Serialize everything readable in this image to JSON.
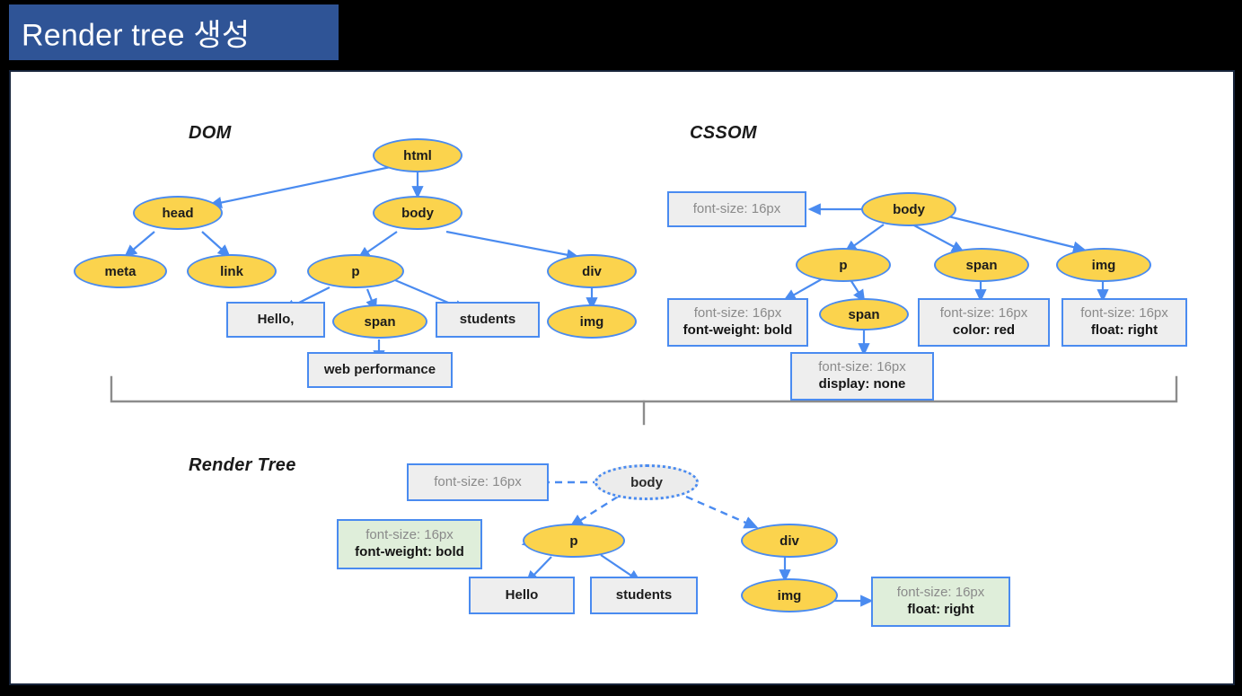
{
  "slide": {
    "title": "Render tree 생성",
    "banner_color": "#2f5496",
    "background_color": "#000000",
    "panel_border_color": "#17243b"
  },
  "palette": {
    "node_fill": "#fbd34d",
    "node_border": "#4a8bf0",
    "box_fill": "#eeeeee",
    "box_fill_highlight": "#dfeeda",
    "edge_color": "#4a8bf0",
    "bracket_color": "#8c8c8c",
    "muted_text": "#8a8a8a"
  },
  "sections": {
    "dom": {
      "caption": "DOM"
    },
    "cssom": {
      "caption": "CSSOM"
    },
    "render_tree": {
      "caption": "Render Tree"
    }
  },
  "dom_tree": {
    "nodes": [
      {
        "id": "html",
        "label": "html"
      },
      {
        "id": "head",
        "label": "head"
      },
      {
        "id": "body",
        "label": "body"
      },
      {
        "id": "meta",
        "label": "meta"
      },
      {
        "id": "link",
        "label": "link"
      },
      {
        "id": "p",
        "label": "p"
      },
      {
        "id": "div",
        "label": "div"
      },
      {
        "id": "span",
        "label": "span"
      },
      {
        "id": "img",
        "label": "img"
      }
    ],
    "text_boxes": [
      {
        "id": "hello",
        "label": "Hello,"
      },
      {
        "id": "students",
        "label": "students"
      },
      {
        "id": "webperf",
        "label": "web performance"
      }
    ]
  },
  "cssom_tree": {
    "nodes": [
      {
        "id": "body",
        "label": "body"
      },
      {
        "id": "p",
        "label": "p"
      },
      {
        "id": "span_top",
        "label": "span"
      },
      {
        "id": "img",
        "label": "img"
      },
      {
        "id": "span_child",
        "label": "span"
      }
    ],
    "style_boxes": [
      {
        "id": "body_style",
        "lines": [
          "font-size: 16px"
        ],
        "emphasis": [
          false
        ]
      },
      {
        "id": "p_style",
        "lines": [
          "font-size: 16px",
          "font-weight: bold"
        ],
        "emphasis": [
          false,
          true
        ]
      },
      {
        "id": "span_style",
        "lines": [
          "font-size: 16px",
          "color: red"
        ],
        "emphasis": [
          false,
          true
        ]
      },
      {
        "id": "img_style",
        "lines": [
          "font-size: 16px",
          "float: right"
        ],
        "emphasis": [
          false,
          true
        ]
      },
      {
        "id": "span_child_style",
        "lines": [
          "font-size: 16px",
          "display: none"
        ],
        "emphasis": [
          false,
          true
        ]
      }
    ]
  },
  "render_tree": {
    "nodes": [
      {
        "id": "body",
        "label": "body",
        "ghost": true
      },
      {
        "id": "p",
        "label": "p",
        "ghost": false
      },
      {
        "id": "div",
        "label": "div",
        "ghost": false
      },
      {
        "id": "img",
        "label": "img",
        "ghost": false
      }
    ],
    "text_boxes": [
      {
        "id": "hello",
        "label": "Hello"
      },
      {
        "id": "students",
        "label": "students"
      }
    ],
    "style_boxes": [
      {
        "id": "body_style",
        "lines": [
          "font-size: 16px"
        ],
        "emphasis": [
          false
        ],
        "highlight": false
      },
      {
        "id": "p_style",
        "lines": [
          "font-size: 16px",
          "font-weight: bold"
        ],
        "emphasis": [
          false,
          true
        ],
        "highlight": true
      },
      {
        "id": "img_style",
        "lines": [
          "font-size: 16px",
          "float: right"
        ],
        "emphasis": [
          false,
          true
        ],
        "highlight": true
      }
    ]
  }
}
